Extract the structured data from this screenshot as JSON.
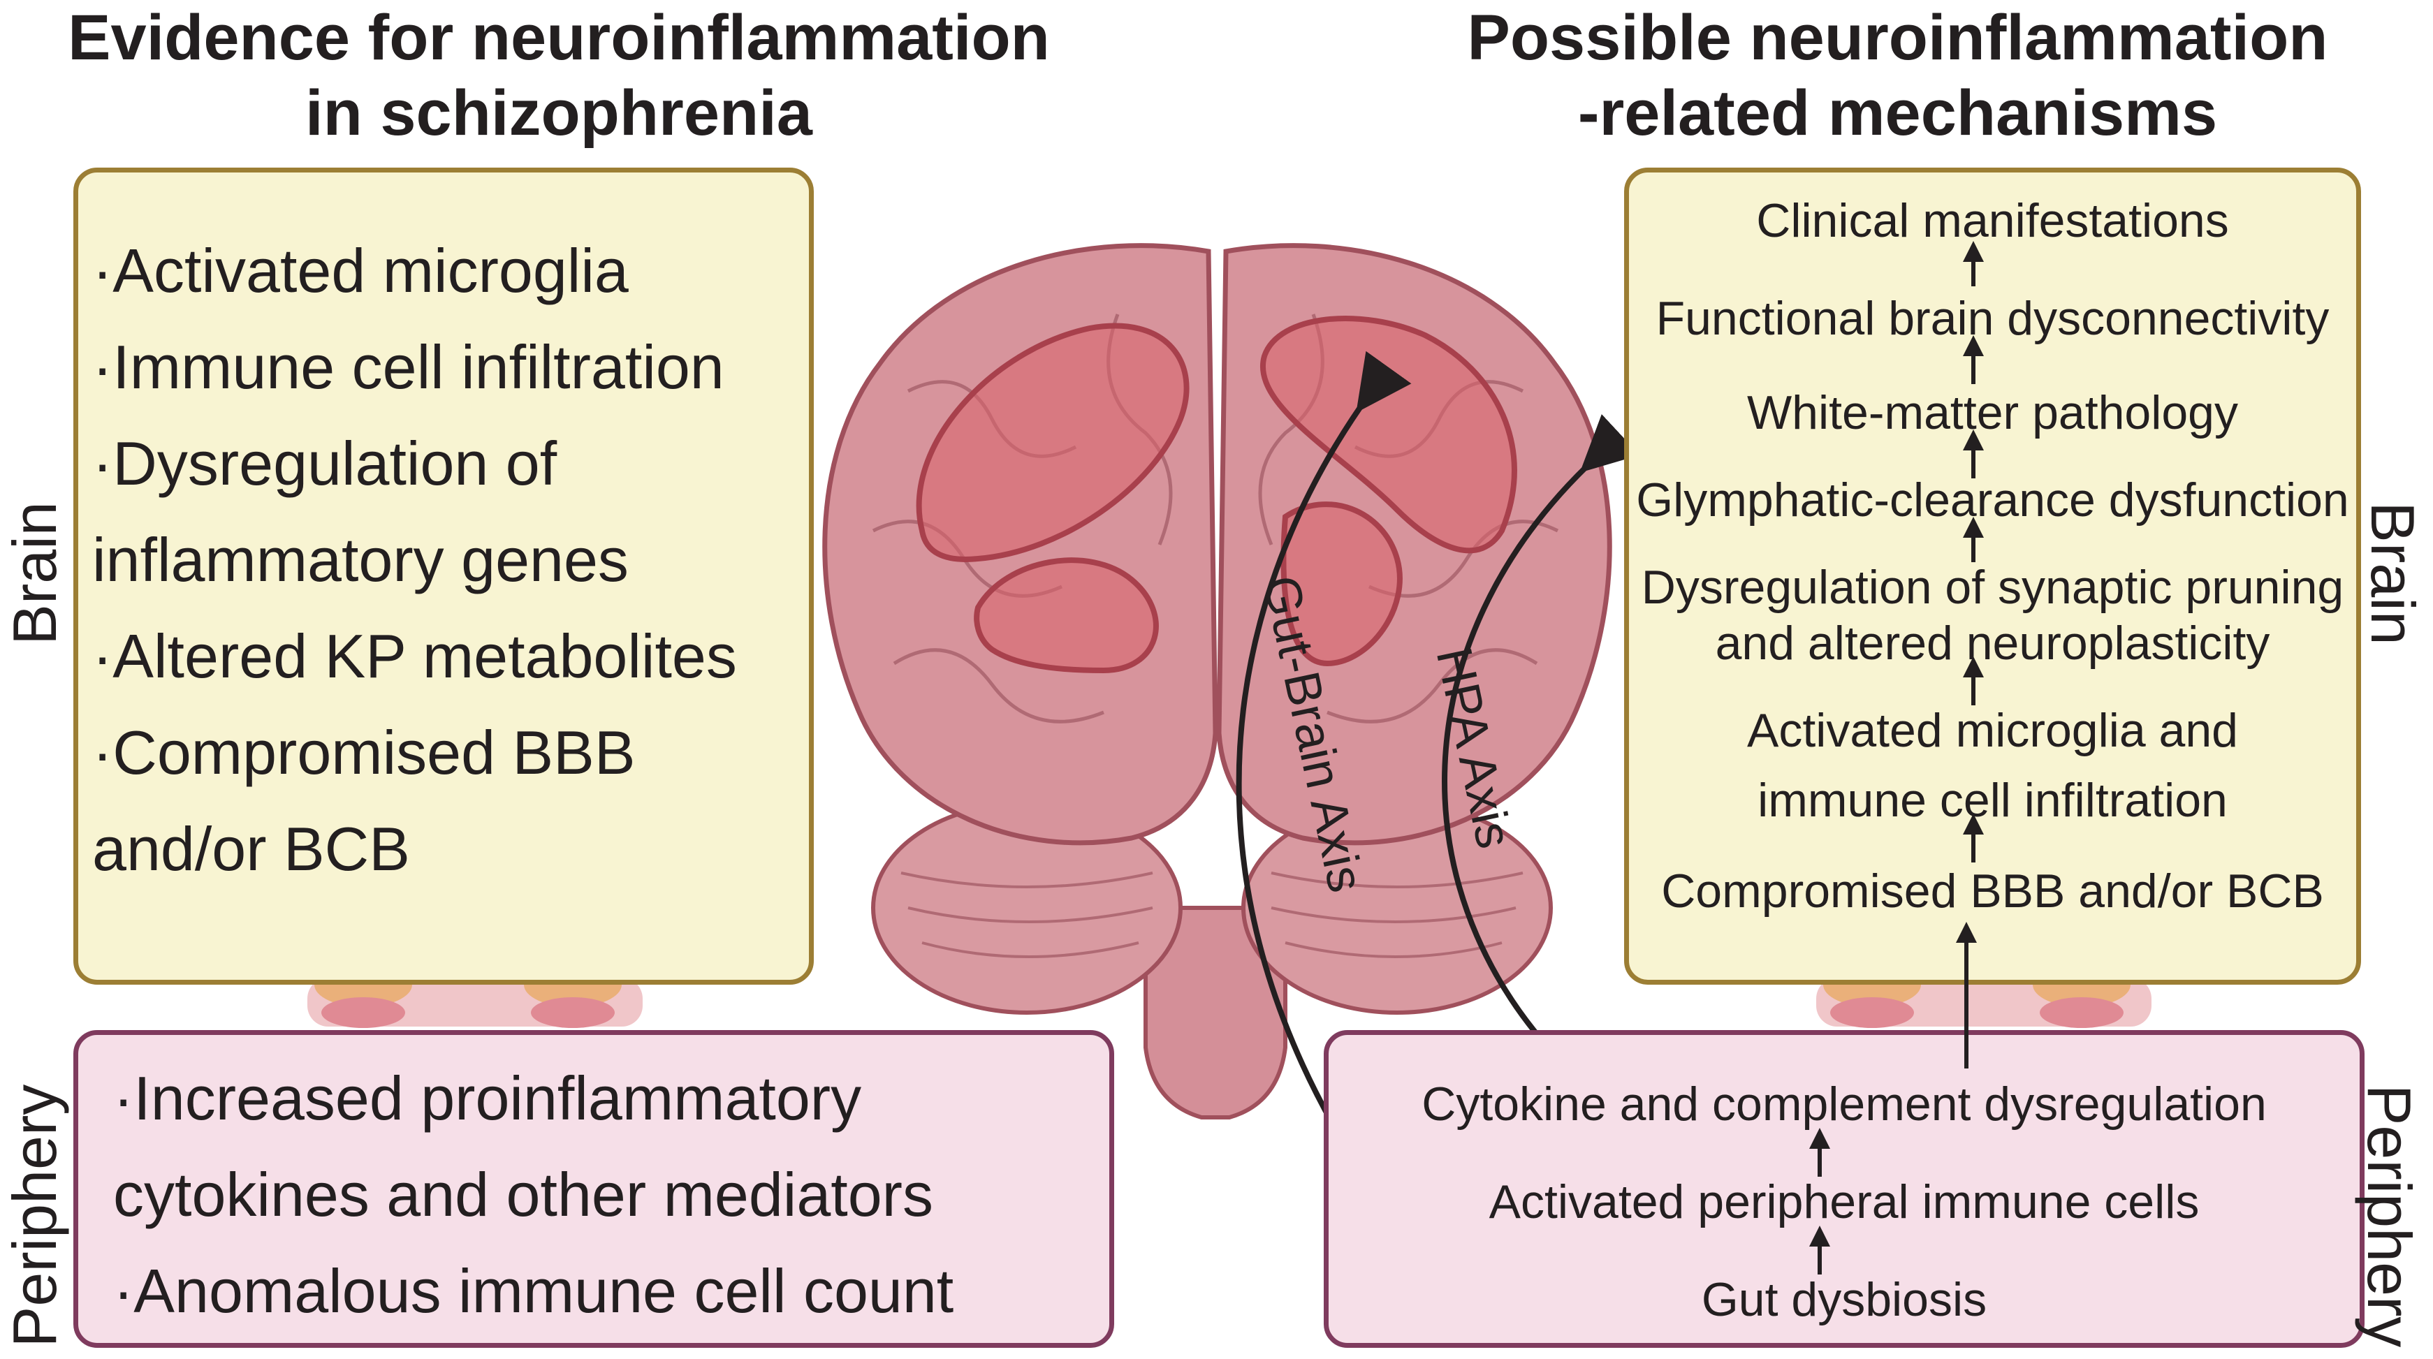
{
  "left": {
    "title_line1": "Evidence for neuroinflammation",
    "title_line2": "in schizophrenia",
    "brain_items": [
      "·Activated microglia",
      "·Immune cell infiltration",
      "·Dysregulation of",
      "inflammatory genes",
      "·Altered KP metabolites",
      "·Compromised BBB",
      "and/or BCB"
    ],
    "periphery_items": [
      "·Increased proinflammatory",
      "cytokines and other mediators",
      "·Anomalous immune cell count"
    ],
    "brain_label": "Brain",
    "periphery_label": "Periphery"
  },
  "right": {
    "title_line1": "Possible neuroinflammation",
    "title_line2": "-related mechanisms",
    "brain_items": [
      "Clinical manifestations",
      "Functional brain dysconnectivity",
      "White-matter pathology",
      "Glymphatic-clearance dysfunction",
      "Dysregulation of synaptic pruning",
      "and altered neuroplasticity",
      "Activated microglia and",
      "immune cell infiltration",
      "Compromised BBB and/or BCB"
    ],
    "periphery_items": [
      "Cytokine and complement dysregulation",
      "Activated peripheral immune cells",
      "Gut dysbiosis"
    ],
    "brain_label": "Brain",
    "periphery_label": "Periphery"
  },
  "axes": {
    "gut_brain": "Gut-Brain Axis",
    "hpa": "HPA Axis"
  },
  "colors": {
    "brain_box_fill": "#f8f4d2",
    "brain_box_border": "#9c7e34",
    "periphery_box_fill": "#f6dfe8",
    "periphery_box_border": "#7f3b5e",
    "brain_tissue": "#d7949c",
    "brain_highlight": "#d8636c"
  }
}
